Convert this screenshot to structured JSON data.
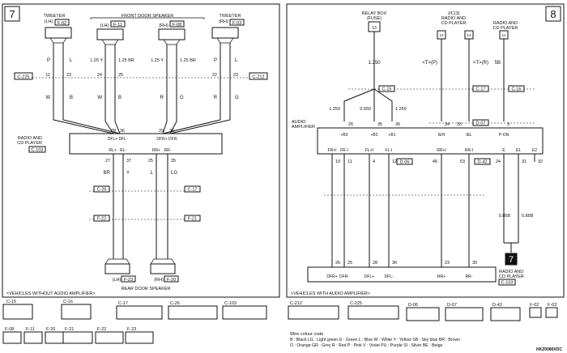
{
  "page_badges": [
    "7",
    "8"
  ],
  "left": {
    "title": "FRONT DOOR SPEAKER",
    "tweeter_lh": {
      "label": "TWEETER",
      "side": "(LH)",
      "code": "F-02"
    },
    "tweeter_rh": {
      "label": "TWEETER",
      "side": "(RH)",
      "code": "F-03"
    },
    "front_lh": {
      "side": "(LH)",
      "code": "F-11"
    },
    "front_rh": {
      "side": "(RH)",
      "code": "F-08"
    },
    "c225": "C-225",
    "c212": "C-212",
    "radio_label1": "RADIO AND",
    "radio_label2": "CD PLAYER",
    "radio_code": "C-103",
    "pins_top": [
      "DFL+",
      "DFL-",
      "DFR+",
      "DFR-"
    ],
    "pins_bottom": [
      "RL+",
      "RL-",
      "RR+",
      "RR-"
    ],
    "top_pin_nums": [
      "28",
      "36",
      "29",
      "36"
    ],
    "bot_pin_nums": [
      "27",
      "37",
      "25",
      "35"
    ],
    "wires_upper": [
      "P",
      "L",
      "1.25 Y",
      "1.25 BR",
      "1.25 Y",
      "1.25 BR",
      "P",
      "L"
    ],
    "wires_lower_cols": [
      "W",
      "B",
      "W",
      "B",
      "R",
      "G",
      "R",
      "G"
    ],
    "conn_nums_c225": [
      "11",
      "23",
      "24",
      "25"
    ],
    "conn_nums_c212": [
      "22",
      "23"
    ],
    "rear_lower": [
      "BR",
      "Y",
      "L",
      "LG"
    ],
    "c26": "C-26",
    "c17": "C-17",
    "f22": "F-22",
    "f21": "F-21",
    "rear_title": "REAR DOOR SPEAKER",
    "rear_lh": {
      "side": "(LH)",
      "code": "F-23"
    },
    "rear_rh": {
      "side": "(RH)",
      "code": "F-20"
    },
    "footer": "<VEHICLES WITHOUT AUDIO AMPLIFIER>"
  },
  "right": {
    "relay_box": "RELAY BOX",
    "fuse": "(FUSE)",
    "fuse_num": "13",
    "jc_label1": "J/C(3)",
    "jc_label2": "RADIO AND",
    "jc_label3": "CD PLAYER",
    "jc_nums": [
      "13",
      "13"
    ],
    "radio_right1": "RADIO AND",
    "radio_right2": "CD PLAYER",
    "radio_right_num": "11",
    "wire_125o": "1.250",
    "wire_1p": "<T>(P)",
    "wire_tr": "<T>(R)",
    "wire_5b": "5B",
    "c15": "C-15",
    "c17": "C-17",
    "c16": "C-16",
    "d07": "D-07",
    "d06": "D-06",
    "d42": "D-42",
    "amp_label1": "AUDIO",
    "amp_label2": "AMPLIFIER",
    "wires_mid": [
      "1.250",
      "0.650",
      "1.250"
    ],
    "amp_pins_top": [
      "+B3",
      "+B2",
      "+B1",
      "IEH",
      "IEL",
      "P-ON"
    ],
    "amp_pin_nums_top": [
      "26",
      "35",
      "36",
      "34",
      "33",
      "3"
    ],
    "amp_pins_bottom": [
      "FR+I",
      "FR-I",
      "FL+I",
      "FL-I",
      "RR+I",
      "RR-I",
      "E",
      "E1",
      "E2"
    ],
    "amp_pin_nums_bottom": [
      "10",
      "11",
      "4",
      "12",
      "46",
      "53",
      "24",
      "31",
      "32"
    ],
    "radio_bottom1": "RADIO AND",
    "radio_bottom2": "CD PLAYER",
    "radio_bottom_code": "C-103",
    "radio_bottom_pins": [
      "DFR+",
      "DFR-",
      "DFL+",
      "DFL-",
      "RR+",
      "RR-"
    ],
    "radio_bottom_nums": [
      "26",
      "25",
      "28",
      "36",
      "23",
      "35"
    ],
    "gnd_wires": [
      "0.85B",
      "0.85B"
    ],
    "footer": "<VEHICLES WITH AUDIO AMPLIFIER>"
  },
  "connector_legend": {
    "left": [
      "C-15",
      "C-16",
      "C-17",
      "C-26",
      "C-103",
      "F-08",
      "F-11",
      "F-20",
      "F-21",
      "F-22",
      "F-23"
    ],
    "right": [
      "C-212",
      "C-225",
      "D-06",
      "D-07",
      "D-42",
      "F-02",
      "F-03"
    ]
  },
  "wire_colour": {
    "title": "Wire colour code",
    "line1": "B : Black   LG : Light green   G : Green   L : Blue   W : White   Y : Yellow   SB : Sky blue   BR : Brown",
    "line2": "O : Orange   GR : Grey   R : Red   P : Pink   V : Violet   PU : Purple   SI : Silver   BE : Beige"
  },
  "doc_code": "HKZ0080XDC"
}
